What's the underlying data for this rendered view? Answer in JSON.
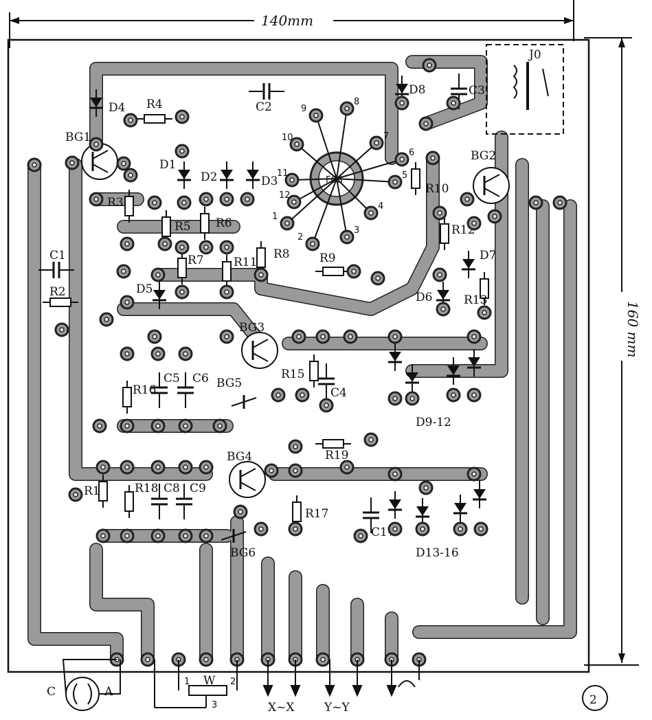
{
  "dimensions": {
    "width": "140mm",
    "height": "160 mm"
  },
  "figure_number": "2",
  "components": {
    "transistors": [
      "BG1",
      "BG2",
      "BG3",
      "BG4",
      "BG5",
      "BG6"
    ],
    "diodes": [
      "D1",
      "D2",
      "D3",
      "D4",
      "D5",
      "D6",
      "D7",
      "D8",
      "D9-12",
      "D13-16"
    ],
    "resistors": [
      "R1",
      "R2",
      "R3",
      "R4",
      "R5",
      "R6",
      "R7",
      "R8",
      "R9",
      "R10",
      "R11",
      "R12",
      "R13",
      "R15",
      "R16",
      "R17",
      "R18",
      "R19"
    ],
    "capacitors": [
      "C1",
      "C2",
      "C3",
      "C4",
      "C5",
      "C6",
      "C8",
      "C9",
      "C17"
    ],
    "relay": "J0",
    "tube": "FCS",
    "tube_pins": [
      "1",
      "2",
      "3",
      "4",
      "5",
      "6",
      "7",
      "8",
      "9",
      "10",
      "11",
      "12"
    ],
    "pot": {
      "label": "W",
      "pins": [
        "1",
        "2",
        "3"
      ]
    },
    "meter_terminals": [
      "C",
      "A"
    ],
    "outputs": [
      "X~X",
      "Y~Y"
    ]
  },
  "colors": {
    "trace": "#9a9a9a",
    "outline": "#222222"
  }
}
